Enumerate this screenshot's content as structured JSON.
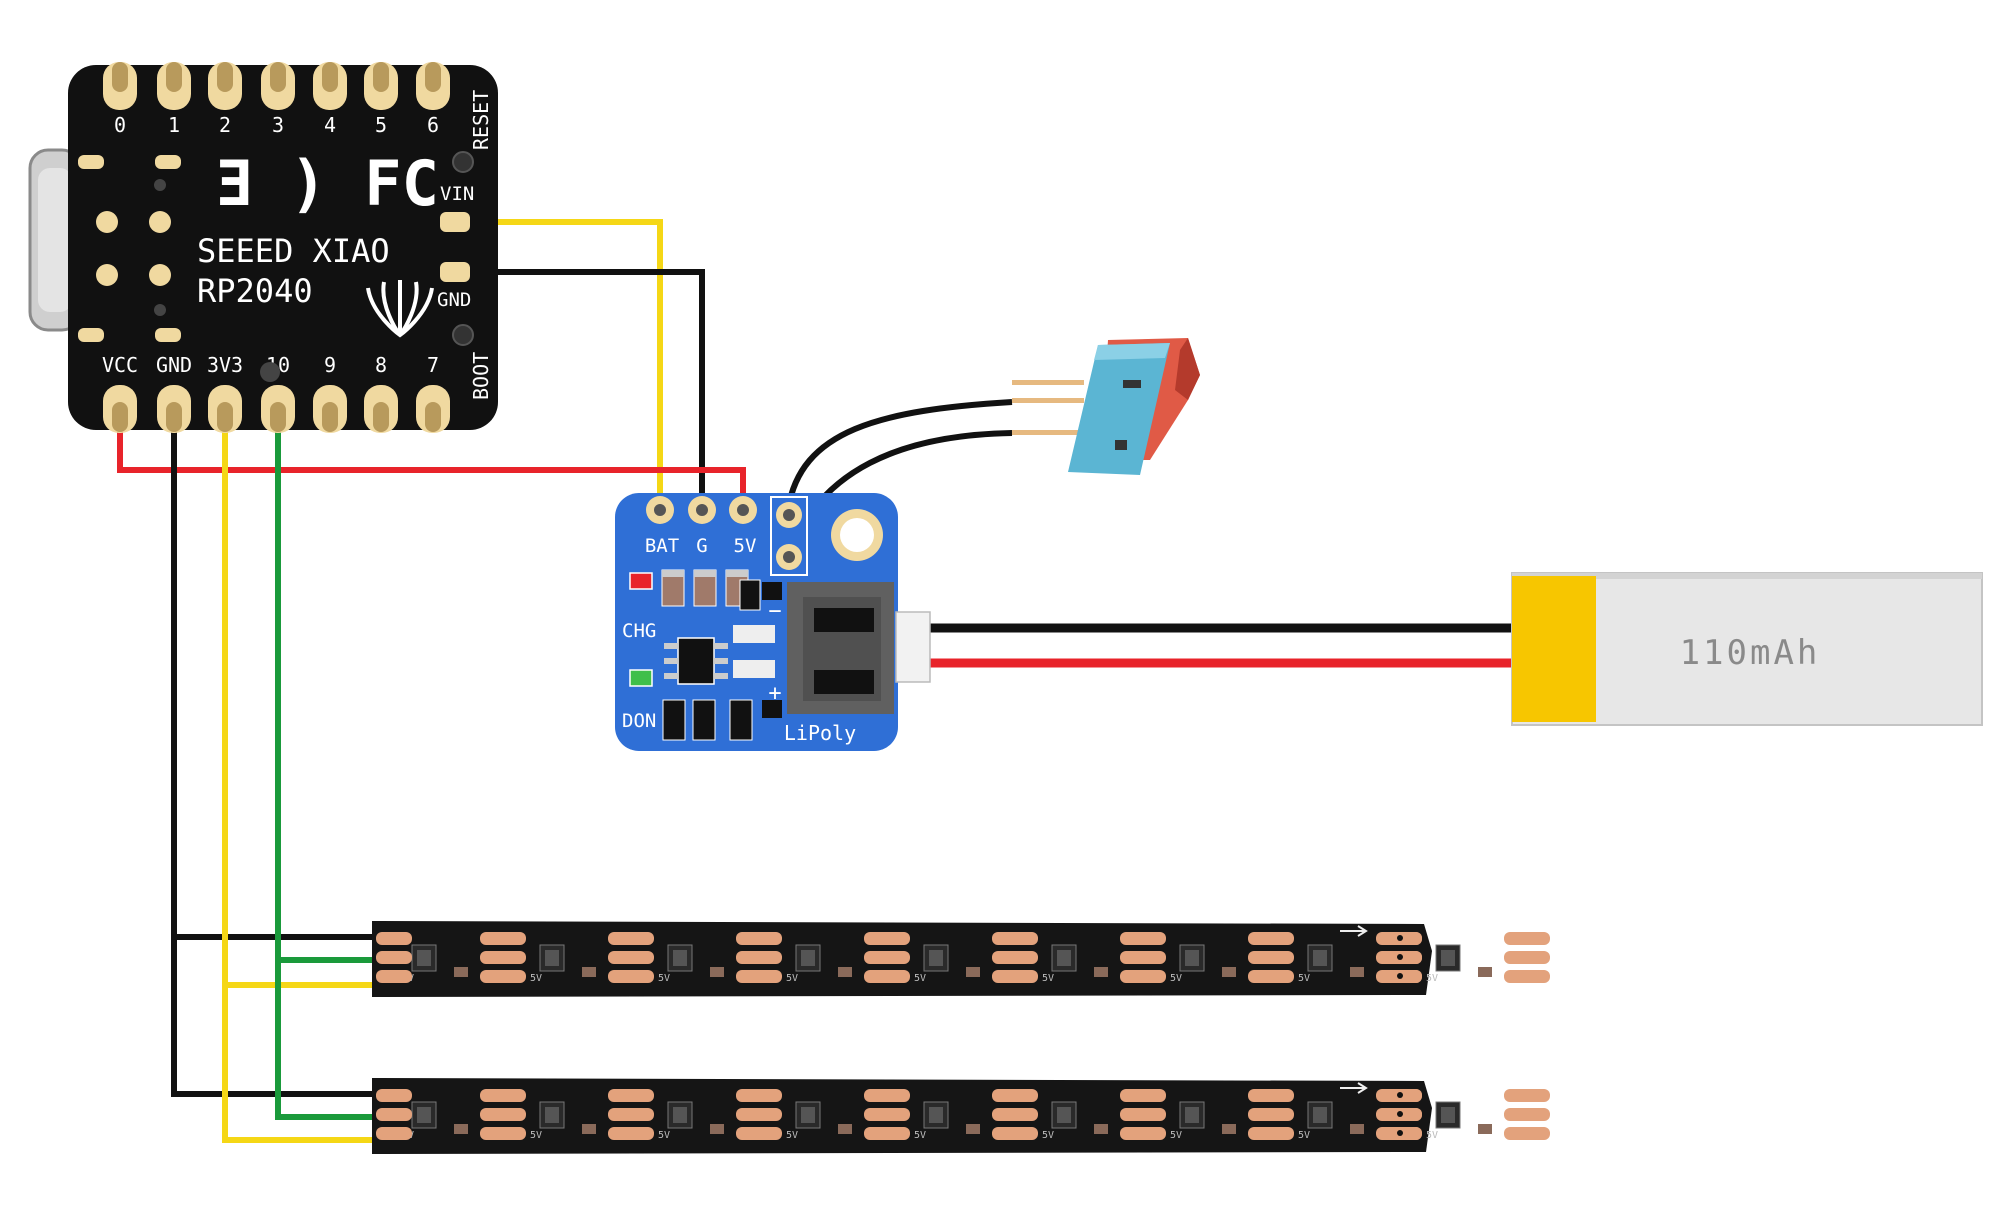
{
  "colors": {
    "wire_red": "#e8232a",
    "wire_black": "#111111",
    "wire_yellow": "#f5d716",
    "wire_green": "#1a9a3b",
    "board_black": "#111111",
    "pad_gold": "#f0d9a0",
    "charger_blue": "#2f6fd6",
    "switch_blue": "#5bb5d3",
    "switch_red": "#e05a46",
    "battery_yellow": "#f7c600",
    "battery_body": "#e7e7e7",
    "strip_black": "#151515",
    "strip_pad": "#e3a27c"
  },
  "xiao": {
    "top_pins": [
      "0",
      "1",
      "2",
      "3",
      "4",
      "5",
      "6"
    ],
    "bottom_pins": [
      "VCC",
      "GND",
      "3V3",
      "10",
      "9",
      "8",
      "7"
    ],
    "reset_label": "RESET",
    "boot_label": "BOOT",
    "vin_label": "VIN",
    "gnd_label": "GND",
    "cert_label": "Ǝ ) FC",
    "name_line1": "SEEED XIAO",
    "name_line2": "RP2040"
  },
  "charger": {
    "pin_labels": [
      "BAT",
      "G",
      "5V"
    ],
    "chg_label": "CHG",
    "done_label": "DON",
    "connector_label": "LiPoly",
    "minus_label": "−",
    "plus_label": "+"
  },
  "battery": {
    "capacity_label": "110mAh"
  },
  "led_strip": {
    "count": 2,
    "segment_label": "5V"
  }
}
